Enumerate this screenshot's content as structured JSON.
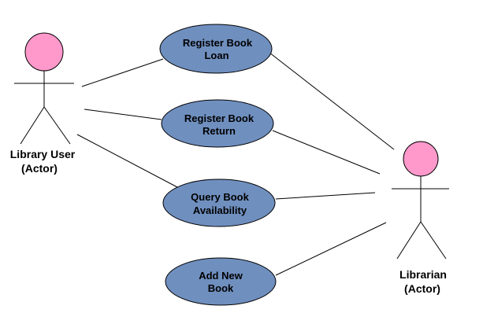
{
  "colors": {
    "actor_head": "#ff99cc",
    "use_case_fill": "#6f8fbf",
    "stroke": "#000000"
  },
  "actors": {
    "library_user": {
      "name": "Library User",
      "role": "(Actor)"
    },
    "librarian": {
      "name": "Librarian",
      "role": "(Actor)"
    }
  },
  "use_cases": {
    "register_loan": {
      "line1": "Register Book",
      "line2": "Loan"
    },
    "register_return": {
      "line1": "Register Book",
      "line2": "Return"
    },
    "query_availability": {
      "line1": "Query Book",
      "line2": "Availability"
    },
    "add_book": {
      "line1": "Add New",
      "line2": "Book"
    }
  }
}
